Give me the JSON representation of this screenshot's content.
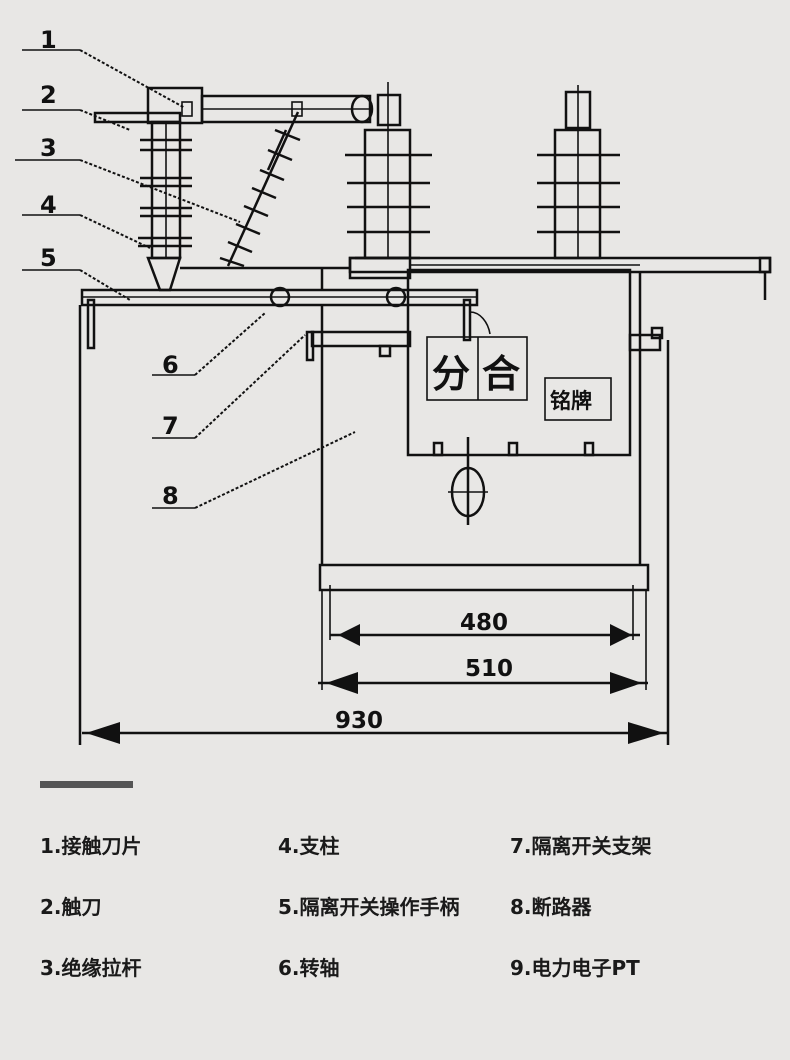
{
  "callouts": [
    "1",
    "2",
    "3",
    "4",
    "5",
    "6",
    "7",
    "8"
  ],
  "panel": {
    "open": "分",
    "close": "合",
    "nameplate": "铭牌"
  },
  "dimensions": {
    "inner": "480",
    "middle": "510",
    "overall": "930"
  },
  "legend": [
    "1.接触刀片",
    "4.支柱",
    "7.隔离开关支架",
    "2.触刀",
    "5.隔离开关操作手柄",
    "8.断路器",
    "3.绝缘拉杆",
    "6.转轴",
    "9.电力电子PT"
  ],
  "colors": {
    "background": "#e8e7e5",
    "line": "#111111",
    "divider": "#555555"
  }
}
